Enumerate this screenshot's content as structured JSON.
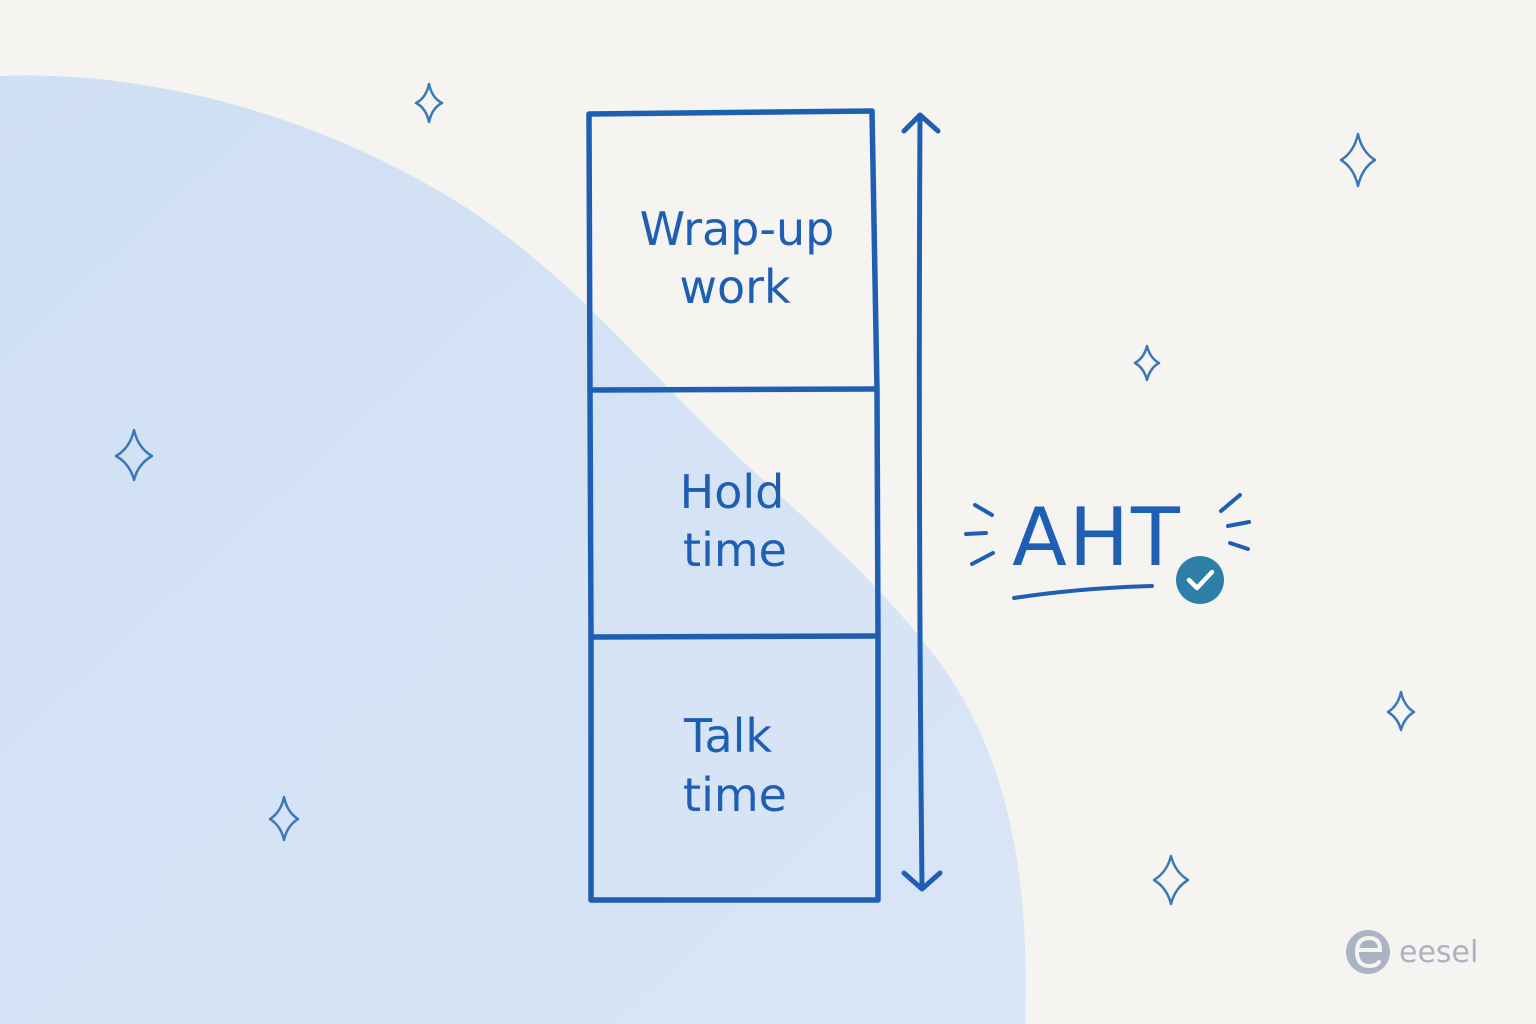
{
  "stack": {
    "segments": [
      {
        "line1": "Wrap-up",
        "line2": "work"
      },
      {
        "line1": "Hold",
        "line2": "time"
      },
      {
        "line1": "Talk",
        "line2": "time"
      }
    ]
  },
  "total": {
    "label": "AHT",
    "check_icon": "check-circle-icon"
  },
  "brand": {
    "name": "eesel",
    "logo_icon": "eesel-logo-icon"
  },
  "colors": {
    "background": "#f6f4f0",
    "blob": "#d3e2f5",
    "ink": "#1f5fb3",
    "sparkle": "#3a78b8",
    "check_badge": "#2e7fa8",
    "brand_gray": "#aab3c2"
  }
}
